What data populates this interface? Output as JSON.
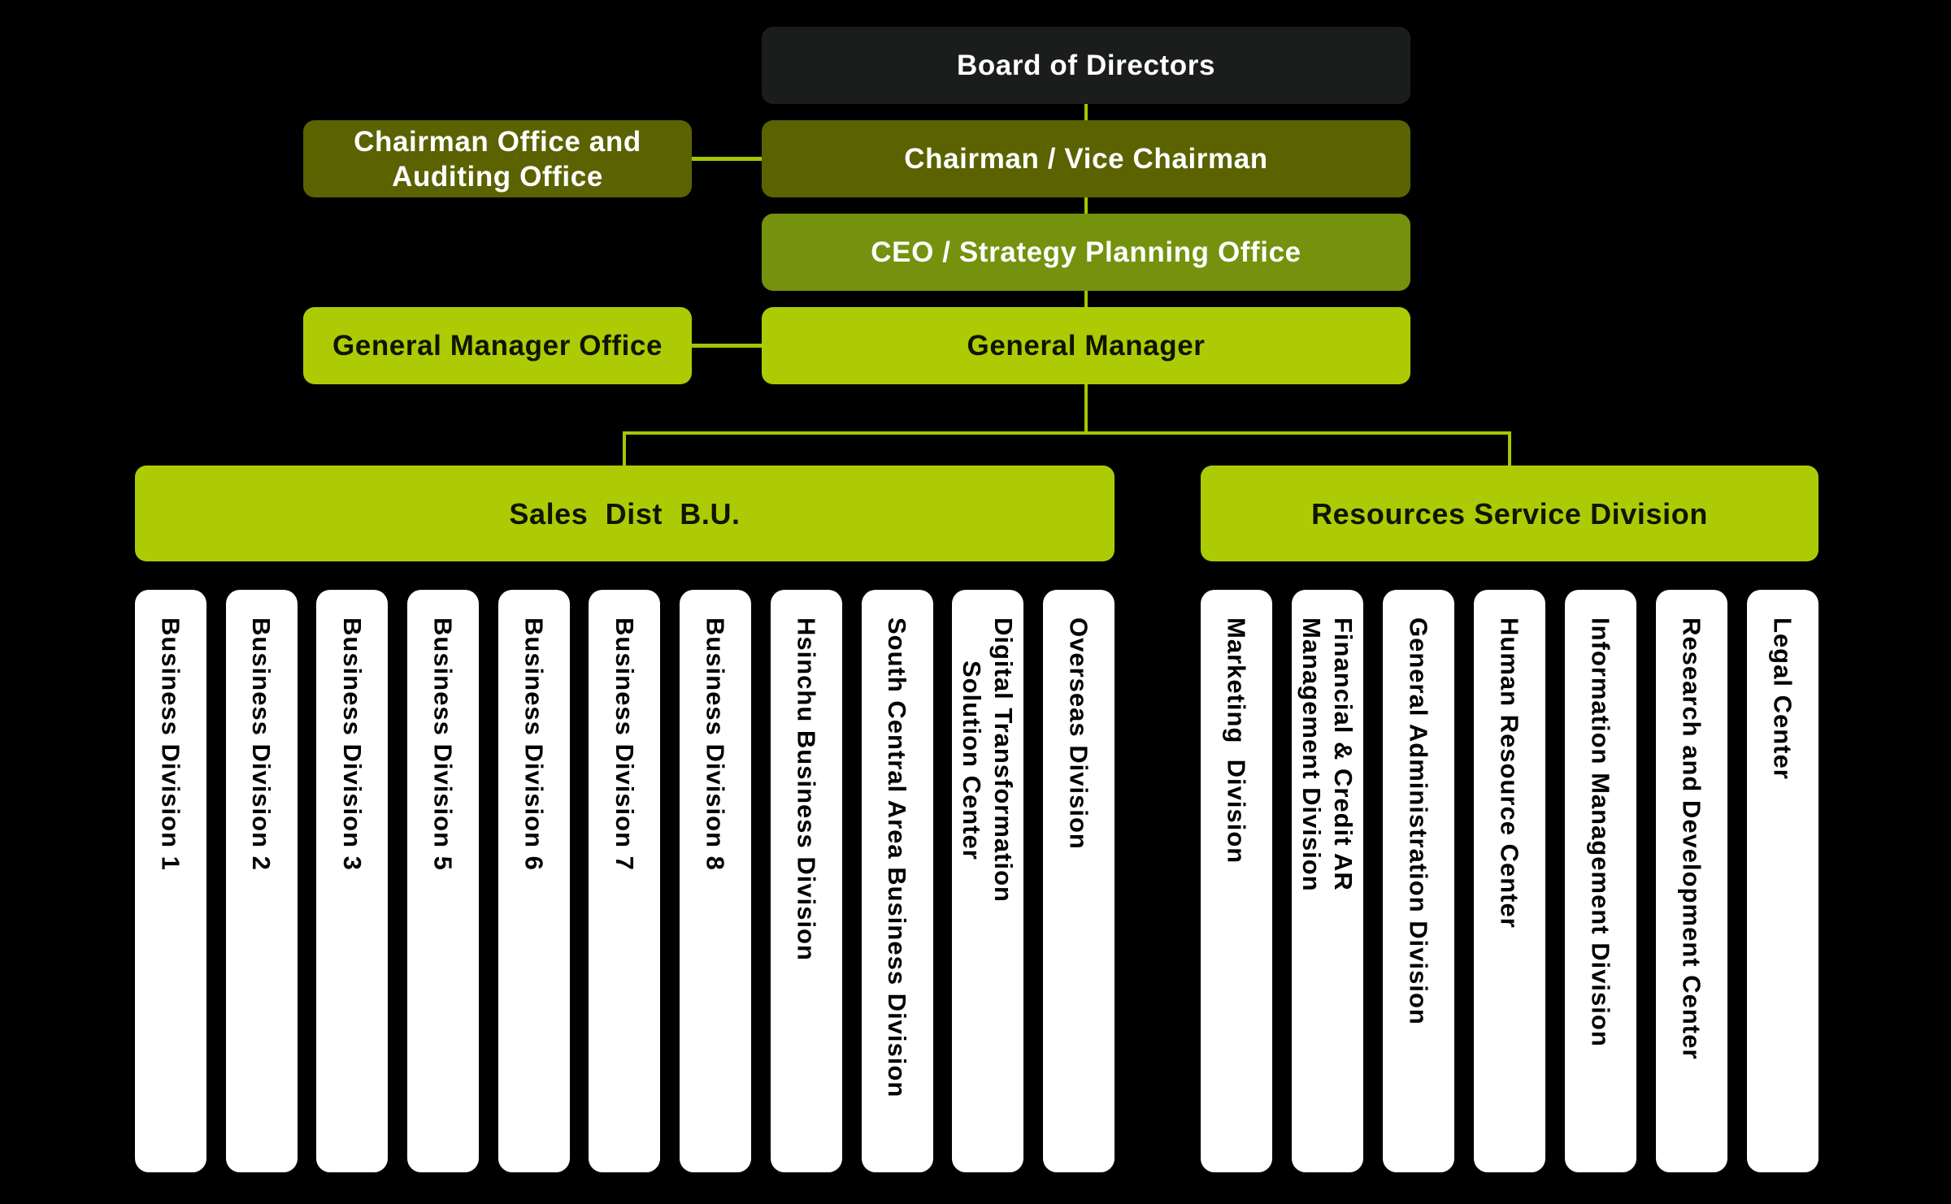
{
  "colors": {
    "background": "#000000",
    "box_dark": "#1b1d1c",
    "box_olive": "#5a6300",
    "box_mid": "#74920e",
    "box_bright": "#adcb05",
    "connector": "#a3c603",
    "column_bg": "#ffffff",
    "text_light": "#ffffff",
    "text_dark": "#101400"
  },
  "nodes": {
    "board": {
      "label": "Board of Directors"
    },
    "chairman_office": {
      "label": "Chairman Office and\nAuditing Office"
    },
    "chairman": {
      "label": "Chairman / Vice Chairman"
    },
    "ceo": {
      "label": "CEO / Strategy Planning Office"
    },
    "gm_office": {
      "label": "General Manager Office"
    },
    "gm": {
      "label": "General Manager"
    },
    "sales": {
      "label": "Sales  Dist  B.U."
    },
    "resources": {
      "label": "Resources Service Division"
    }
  },
  "sales_divisions": [
    "Business Division 1",
    "Business Division 2",
    "Business Division 3",
    "Business Division 5",
    "Business Division 6",
    "Business Division 7",
    "Business Division 8",
    "Hsinchu Business Division",
    "South Central Area Business Division",
    "Digital Transformation\nSolution Center",
    "Overseas Division"
  ],
  "resource_divisions": [
    "Marketing  Division",
    "Financial & Credit AR\nManagement Division",
    "General Administration Division",
    "Human Resource Center",
    "Information Management Division",
    "Research and Development Center",
    "Legal Center"
  ]
}
